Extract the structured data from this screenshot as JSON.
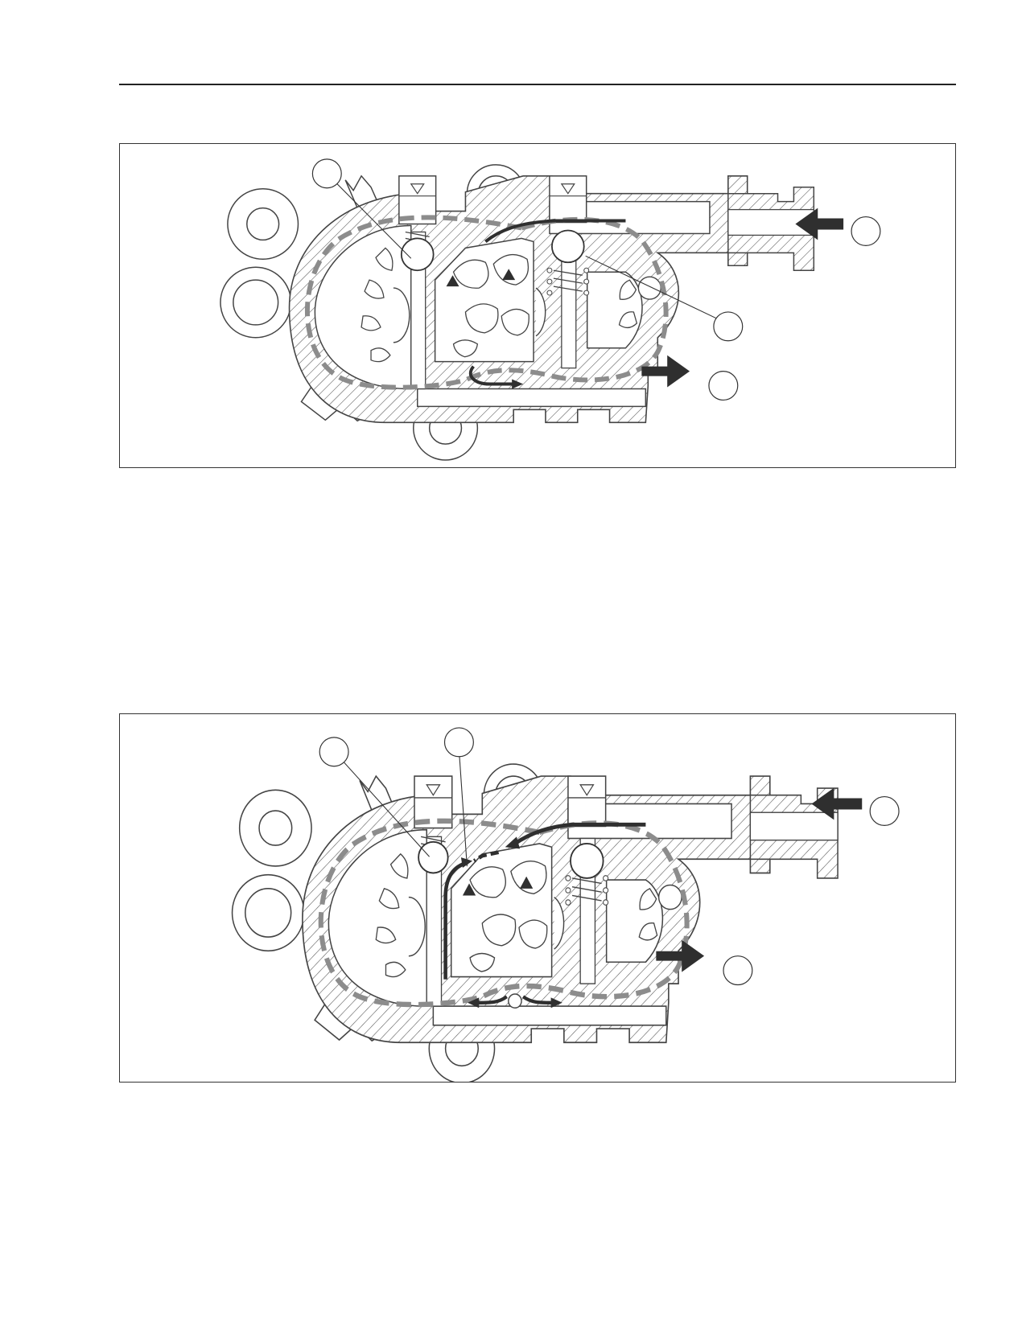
{
  "colors": {
    "outline": "#444444",
    "hatch": "#555555",
    "flow_path": "#8c8c8c",
    "arrow": "#2f2f2f"
  },
  "figures": [
    {
      "callouts": [
        "",
        "",
        "",
        ""
      ],
      "arrows": [
        "inlet-arrow",
        "outlet-arrow"
      ]
    },
    {
      "callouts": [
        "",
        "",
        "",
        ""
      ],
      "arrows": [
        "inlet-arrow",
        "outlet-arrow"
      ]
    }
  ]
}
